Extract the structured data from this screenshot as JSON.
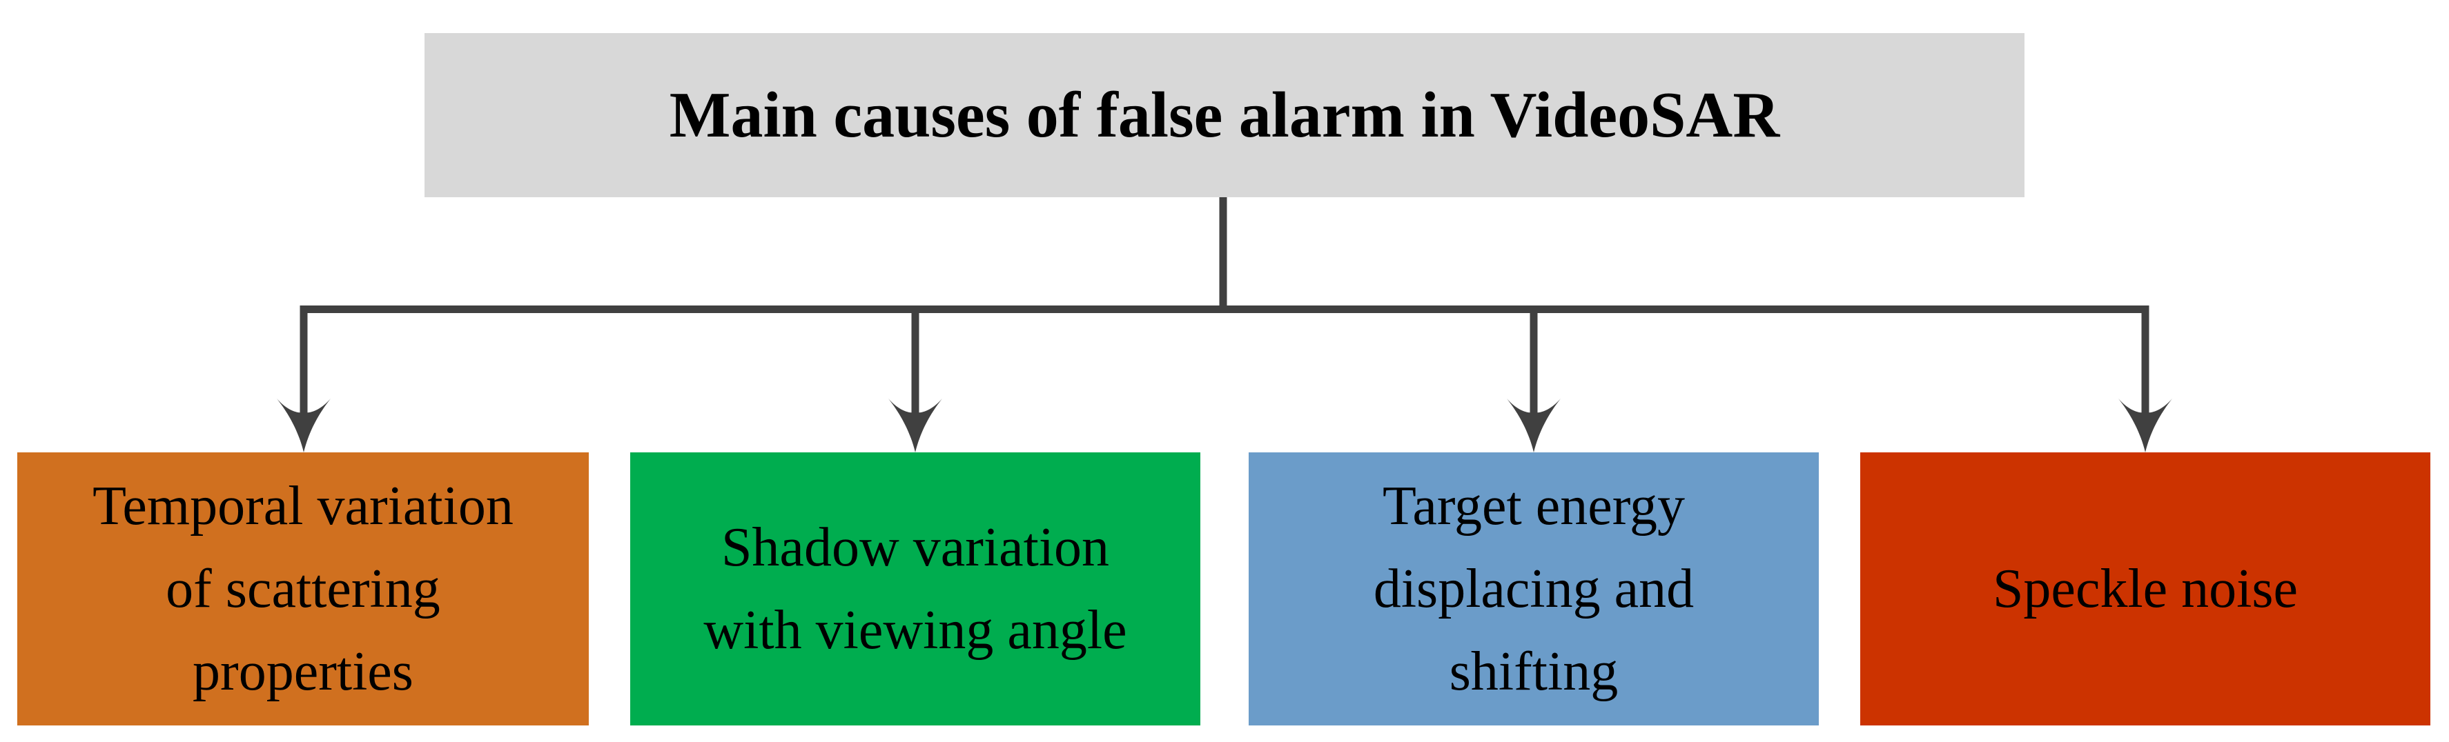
{
  "figure": {
    "title": {
      "label": "Main causes of false alarm in VideoSAR",
      "bg": "#d8d8d8",
      "text_color": "#000000"
    },
    "connector_color": "#404040",
    "causes": [
      {
        "label": "Temporal variation\nof scattering\nproperties",
        "bg": "#d0701f"
      },
      {
        "label": "Shadow variation\nwith viewing angle",
        "bg": "#00ad4f"
      },
      {
        "label": "Target energy\ndisplacing and\nshifting",
        "bg": "#6b9cc9"
      },
      {
        "label": "Speckle noise",
        "bg": "#cc3300"
      }
    ]
  }
}
